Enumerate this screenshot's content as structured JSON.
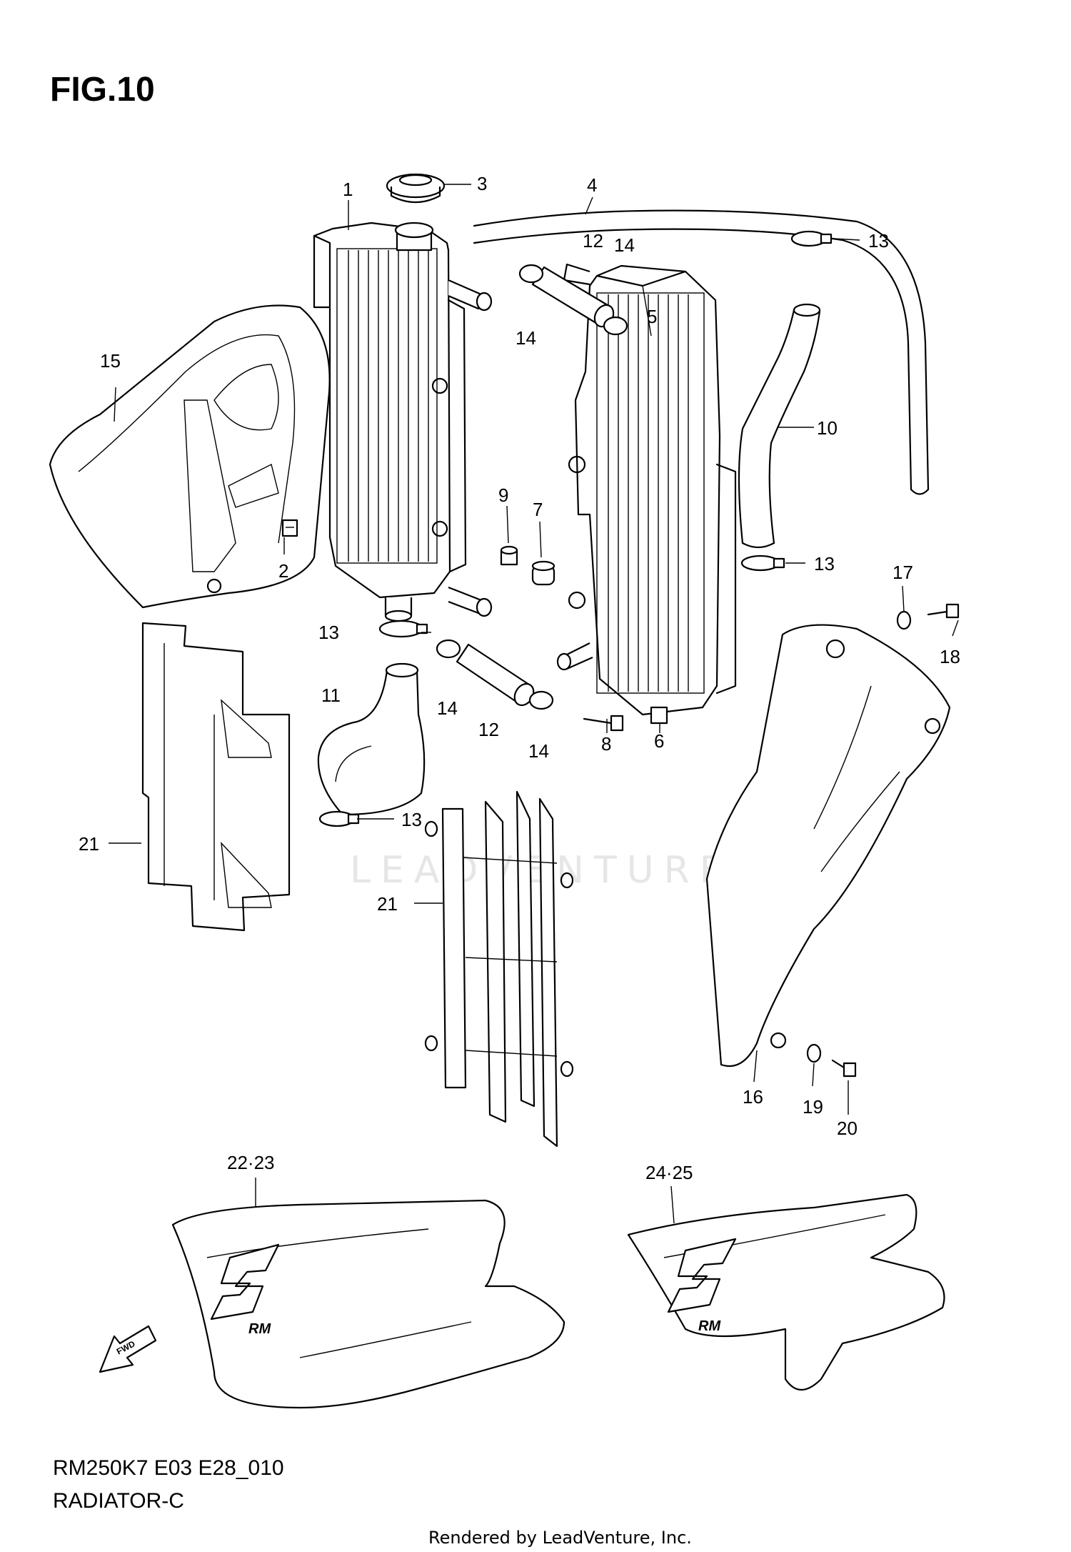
{
  "figure": {
    "title": "FIG.10",
    "diagram_code": "RM250K7 E03 E28_010",
    "assembly_name": "RADIATOR-C",
    "credit": "Rendered by LeadVenture, Inc.",
    "watermark": "LEADVENTURE"
  },
  "callouts": [
    {
      "id": "callout-1",
      "label": "1"
    },
    {
      "id": "callout-2",
      "label": "2"
    },
    {
      "id": "callout-3",
      "label": "3"
    },
    {
      "id": "callout-4",
      "label": "4"
    },
    {
      "id": "callout-5",
      "label": "5"
    },
    {
      "id": "callout-6",
      "label": "6"
    },
    {
      "id": "callout-7",
      "label": "7"
    },
    {
      "id": "callout-8",
      "label": "8"
    },
    {
      "id": "callout-9",
      "label": "9"
    },
    {
      "id": "callout-10",
      "label": "10"
    },
    {
      "id": "callout-11",
      "label": "11"
    },
    {
      "id": "callout-12-upper",
      "label": "12"
    },
    {
      "id": "callout-12-lower",
      "label": "12"
    },
    {
      "id": "callout-13-top-right",
      "label": "13"
    },
    {
      "id": "callout-13-mid-right",
      "label": "13"
    },
    {
      "id": "callout-13-mid-left",
      "label": "13"
    },
    {
      "id": "callout-13-lower-left",
      "label": "13"
    },
    {
      "id": "callout-14-upper-a",
      "label": "14"
    },
    {
      "id": "callout-14-upper-b",
      "label": "14"
    },
    {
      "id": "callout-14-lower-a",
      "label": "14"
    },
    {
      "id": "callout-14-lower-b",
      "label": "14"
    },
    {
      "id": "callout-15",
      "label": "15"
    },
    {
      "id": "callout-16",
      "label": "16"
    },
    {
      "id": "callout-17",
      "label": "17"
    },
    {
      "id": "callout-18",
      "label": "18"
    },
    {
      "id": "callout-19",
      "label": "19"
    },
    {
      "id": "callout-20",
      "label": "20"
    },
    {
      "id": "callout-21-left",
      "label": "21"
    },
    {
      "id": "callout-21-center",
      "label": "21"
    },
    {
      "id": "callout-22-23",
      "label": "22·23"
    },
    {
      "id": "callout-24-25",
      "label": "24·25"
    }
  ],
  "icons": {
    "fwd_arrow": {
      "name": "fwd-arrow-icon",
      "text": "FWD"
    },
    "logo_marks": [
      "suzuki-s-logo",
      "rm-logo"
    ]
  }
}
